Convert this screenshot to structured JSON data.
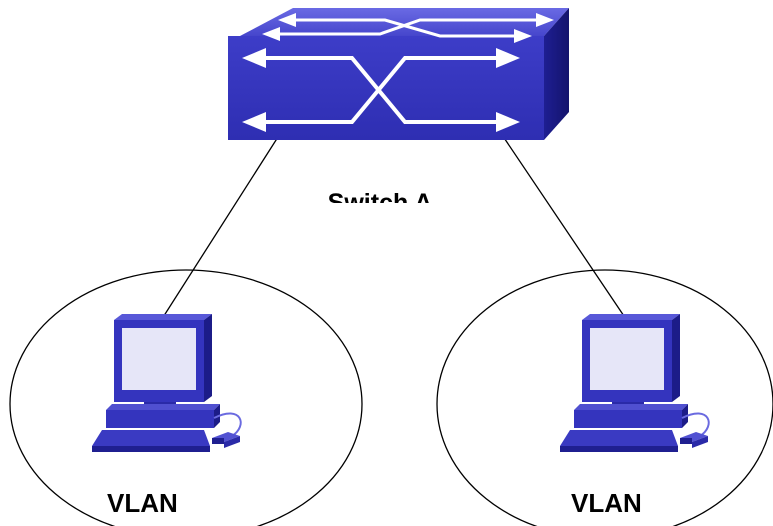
{
  "switch": {
    "label": "Switch A",
    "icon": "network-switch-icon"
  },
  "vlans": [
    {
      "label": "VLAN",
      "icon": "computer-icon"
    },
    {
      "label": "VLAN",
      "icon": "computer-icon"
    }
  ],
  "colors": {
    "device_blue": "#3b3bc4",
    "device_top": "#4f4fd6",
    "device_side": "#1c1c8a",
    "screen": "#e4e4f6",
    "line": "#000000"
  }
}
